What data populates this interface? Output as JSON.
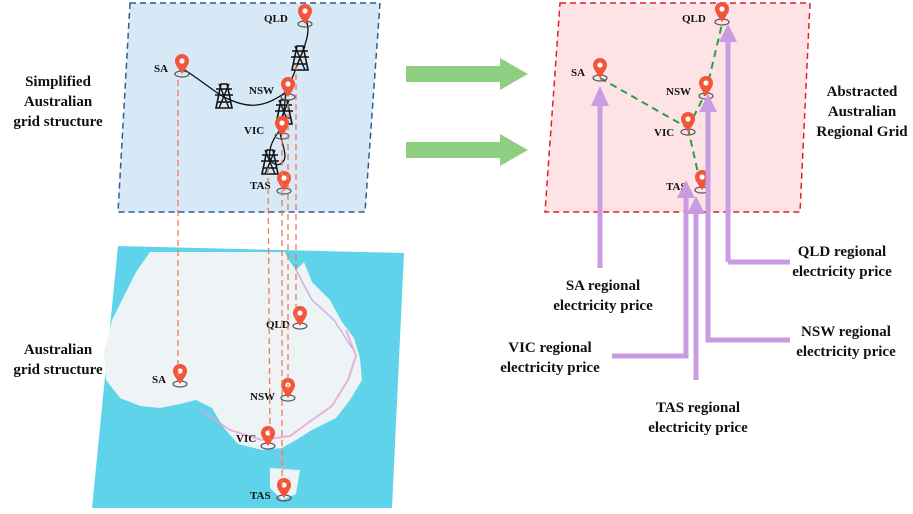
{
  "colors": {
    "left_panel_fill": "#d7e9f6",
    "left_panel_border": "#2e5e8e",
    "right_panel_fill": "#fde3e6",
    "right_panel_border": "#e0202a",
    "arrow": "#8fcf82",
    "projection_line": "#f07a55",
    "abstract_link": "#27a043",
    "price_arrow": "#c99be0",
    "ocean": "#5ed3ea",
    "land": "#eef3f5",
    "pin": "#f2553a"
  },
  "labels": {
    "simplified": [
      "Simplified",
      "Australian",
      "grid structure"
    ],
    "australian": [
      "Australian",
      "grid structure"
    ],
    "abstracted": [
      "Abstracted",
      "Australian",
      "Regional Grid"
    ]
  },
  "regions": {
    "qld": "QLD",
    "sa": "SA",
    "nsw": "NSW",
    "vic": "VIC",
    "tas": "TAS"
  },
  "prices": {
    "qld": [
      "QLD regional",
      "electricity price"
    ],
    "sa": [
      "SA regional",
      "electricity price"
    ],
    "nsw": [
      "NSW regional",
      "electricity price"
    ],
    "vic": [
      "VIC regional",
      "electricity price"
    ],
    "tas": [
      "TAS regional",
      "electricity price"
    ]
  },
  "icons": {
    "pin": "location-pin-icon",
    "tower": "transmission-tower-icon",
    "arrow": "right-arrow-icon"
  }
}
